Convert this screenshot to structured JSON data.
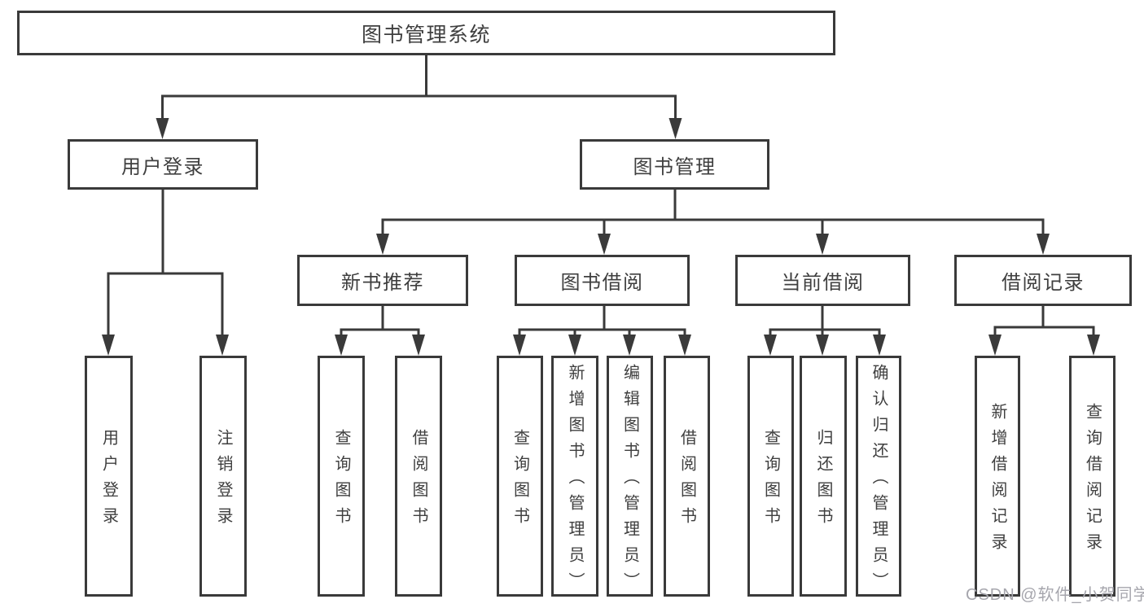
{
  "diagram": {
    "root": "图书管理系统",
    "user_login": {
      "label": "用户登录",
      "children": {
        "login": "用户登录",
        "logout": "注销登录"
      }
    },
    "book_management": {
      "label": "图书管理",
      "new_book_recommend": {
        "label": "新书推荐",
        "children": {
          "query_book": "查询图书",
          "borrow_book": "借阅图书"
        }
      },
      "book_borrowing": {
        "label": "图书借阅",
        "children": {
          "query_book": "查询图书",
          "add_book": "新增图书（管理员）",
          "edit_book": "编辑图书（管理员）",
          "borrow_book": "借阅图书"
        }
      },
      "current_borrowing": {
        "label": "当前借阅",
        "children": {
          "query_book": "查询图书",
          "return_book": "归还图书",
          "confirm_return": "确认归还（管理员）"
        }
      },
      "borrowing_records": {
        "label": "借阅记录",
        "children": {
          "add_record": "新增借阅记录",
          "query_record": "查询借阅记录"
        }
      }
    }
  },
  "watermark": "CSDN @软件_小贺同学",
  "colors": {
    "line": "#3a3a3a",
    "text": "#3f3f3f",
    "watermark": "#a6a6ad",
    "background": "#ffffff"
  }
}
